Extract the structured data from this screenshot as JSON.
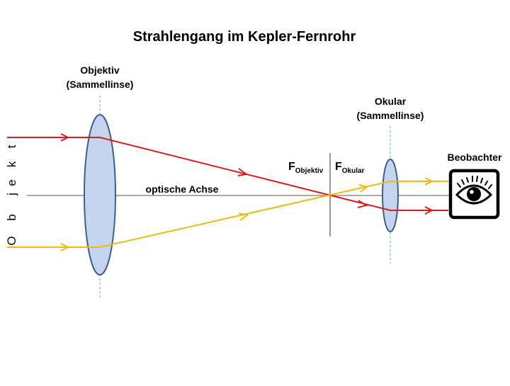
{
  "title": "Strahlengang im Kepler-Fernrohr",
  "objective": {
    "line1": "Objektiv",
    "line2": "(Sammellinse)"
  },
  "eyepiece": {
    "line1": "Okular",
    "line2": "(Sammellinse)"
  },
  "observer": "Beobachter",
  "axis_label": "optische Achse",
  "focus_objective": {
    "main": "F",
    "sub": "Objektiv"
  },
  "focus_eyepiece": {
    "main": "F",
    "sub": "Okular"
  },
  "object_letters": [
    "O",
    "b",
    "j",
    "e",
    "k",
    "t"
  ],
  "colors": {
    "red_ray": "#d81e1e",
    "yellow_ray": "#f0b90f",
    "lens_fill": "#c5d5ef",
    "lens_stroke": "#3d5f8a",
    "dashed": "#6a9bc8",
    "axis": "#555555"
  }
}
